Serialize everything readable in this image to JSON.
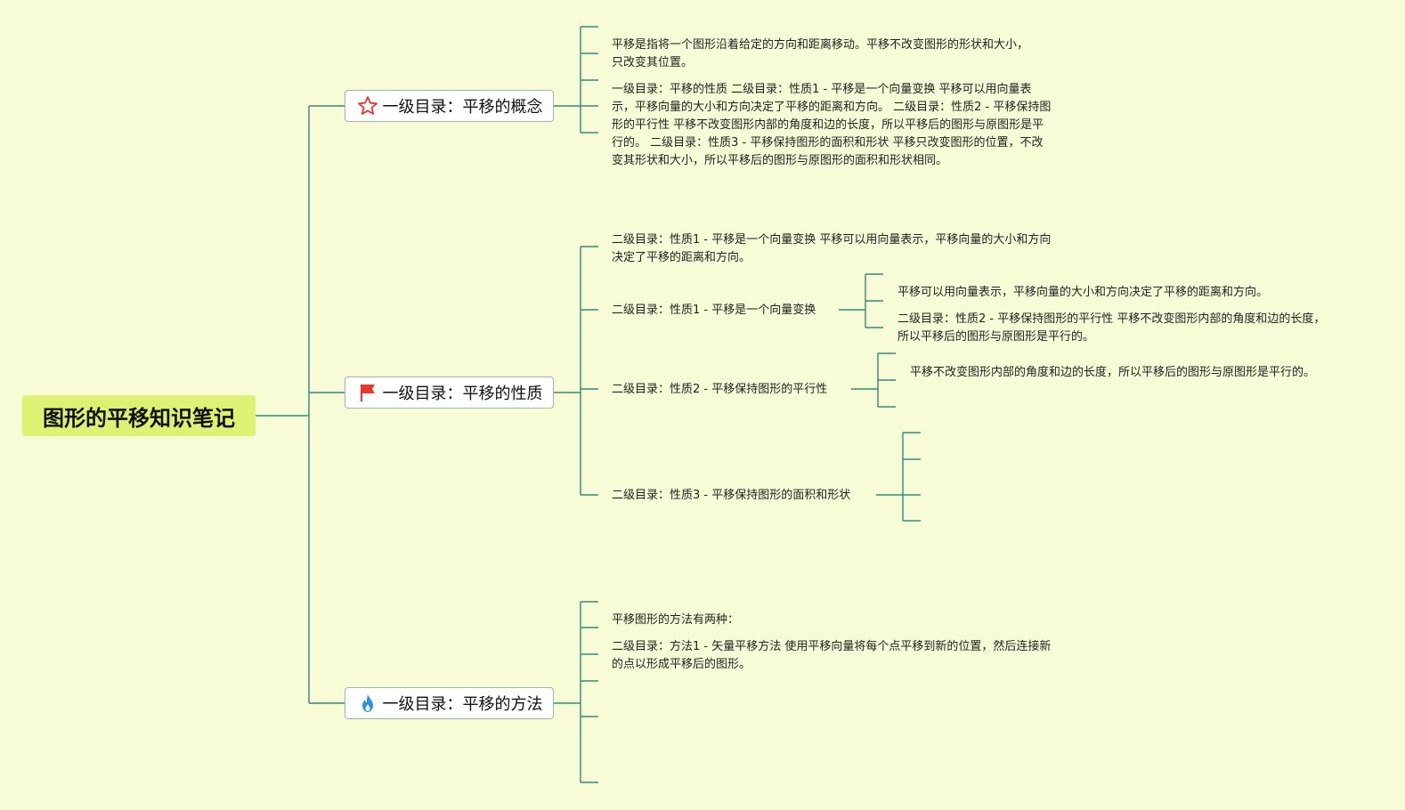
{
  "root": {
    "title": "图形的平移知识笔记"
  },
  "topics": [
    {
      "label": "一级目录：平移的概念",
      "icon": "star-icon",
      "items": [
        "平移是指将一个图形沿着给定的方向和距离移动。平移不改变图形的形状和大小，只改变其位置。",
        "一级目录：平移的性质 二级目录：性质1 - 平移是一个向量变换 平移可以用向量表示，平移向量的大小和方向决定了平移的距离和方向。 二级目录：性质2 - 平移保持图形的平行性 平移不改变图形内部的角度和边的长度，所以平移后的图形与原图形是平行的。 二级目录：性质3 - 平移保持图形的面积和形状 平移只改变图形的位置，不改变其形状和大小，所以平移后的图形与原图形的面积和形状相同。"
      ]
    },
    {
      "label": "一级目录：平移的性质",
      "icon": "red-flag-icon",
      "items": [
        "二级目录：性质1 - 平移是一个向量变换 平移可以用向量表示，平移向量的大小和方向决定了平移的距离和方向。",
        "二级目录：性质1 - 平移是一个向量变换",
        "二级目录：性质2 - 平移保持图形的平行性",
        "二级目录：性质3 - 平移保持图形的面积和形状"
      ],
      "sub1": [
        "平移可以用向量表示，平移向量的大小和方向决定了平移的距离和方向。",
        "二级目录：性质2 - 平移保持图形的平行性 平移不改变图形内部的角度和边的长度，所以平移后的图形与原图形是平行的。"
      ],
      "sub2": [
        "平移不改变图形内部的角度和边的长度，所以平移后的图形与原图形是平行的。"
      ]
    },
    {
      "label": "一级目录：平移的方法",
      "icon": "flame-icon",
      "items": [
        "平移图形的方法有两种：",
        "二级目录：方法1 - 矢量平移方法 使用平移向量将每个点平移到新的位置，然后连接新的点以形成平移后的图形。"
      ]
    }
  ],
  "colors": {
    "background": "#f8fcd6",
    "root_fill": "#ddf173",
    "line": "#2e8b78",
    "icon_red": "#e8372c",
    "icon_blue": "#2c8fe8"
  }
}
